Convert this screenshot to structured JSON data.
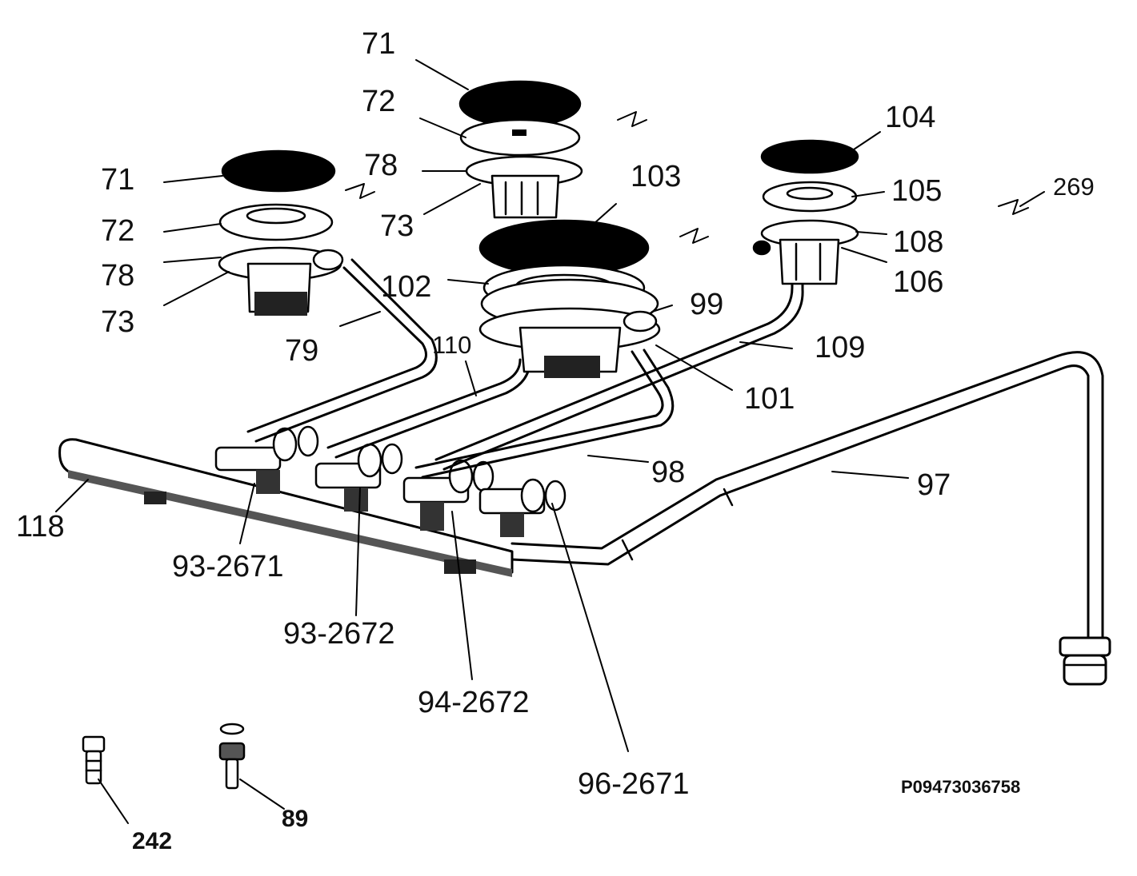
{
  "drawing_code": "P09473036758",
  "part_labels": [
    "71",
    "72",
    "78",
    "73",
    "71",
    "72",
    "78",
    "73",
    "79",
    "103",
    "102",
    "99",
    "101",
    "110",
    "104",
    "105",
    "108",
    "106",
    "109",
    "269",
    "98",
    "97",
    "118",
    "93-2671",
    "93-2672",
    "94-2672",
    "96-2671",
    "242",
    "89"
  ]
}
